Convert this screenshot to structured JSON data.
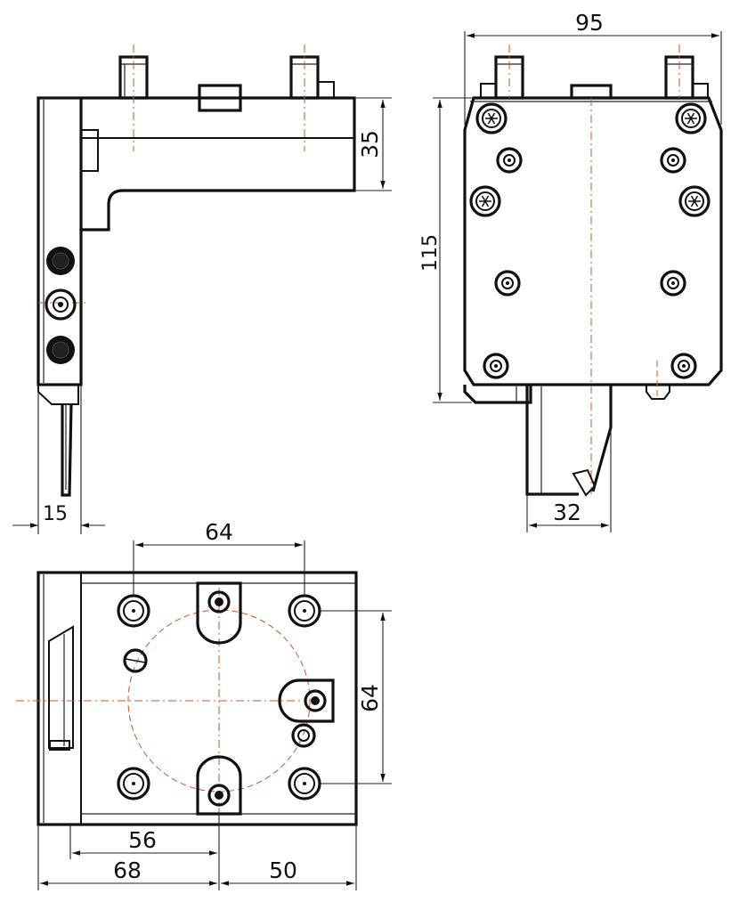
{
  "dimensions": {
    "top_width": "95",
    "holder_height": "35",
    "overall_height": "115",
    "blade_width_side": "15",
    "blade_offset_front": "32",
    "bolt_spacing_x": "64",
    "bolt_spacing_y": "64",
    "offset_56": "56",
    "offset_68": "68",
    "offset_50": "50"
  },
  "colors": {
    "outline": "#111111",
    "centerline": "#c8562a",
    "background": "#ffffff"
  }
}
